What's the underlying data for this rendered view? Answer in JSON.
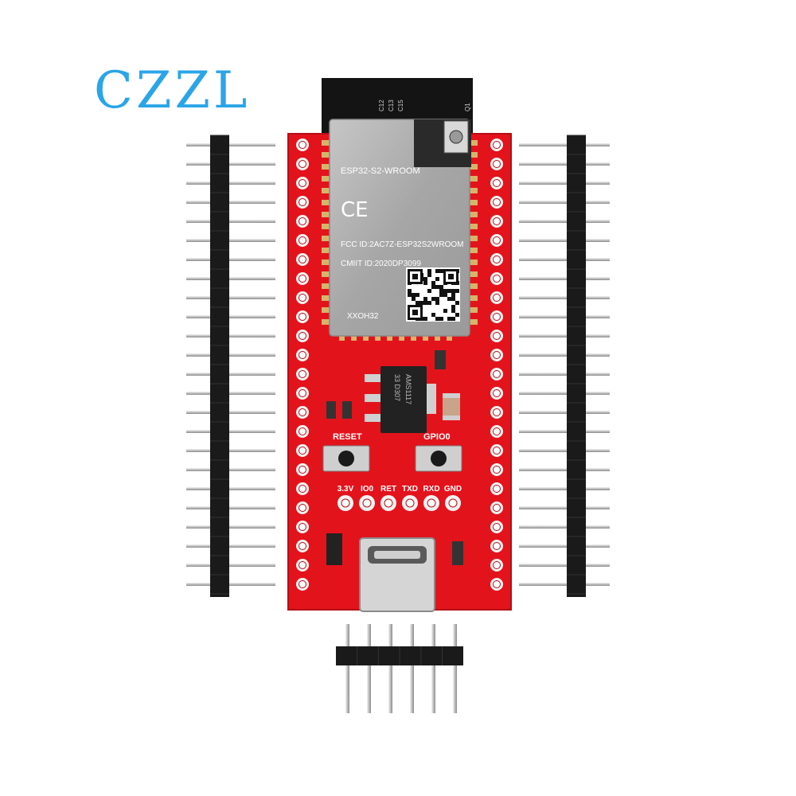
{
  "logo": {
    "text": "CZZL",
    "color": "#2aa5e8"
  },
  "module": {
    "name": "ESP32-S2-WROOM",
    "ce_mark": "CE",
    "fcc_id": "FCC ID:2AC7Z-ESP32S2WROOM",
    "cmiit_id": "CMIIT ID:2020DP3099",
    "code": "XXOH32"
  },
  "board": {
    "color": "#e3131c",
    "antenna_labels": [
      "C12",
      "C13",
      "C15",
      "Q1"
    ],
    "regulator": {
      "line1": "AMS1117",
      "line2": "33 D307"
    },
    "buttons": [
      {
        "label": "RESET"
      },
      {
        "label": "GPIO0"
      }
    ],
    "header_labels": [
      "3.3V",
      "IO0",
      "RET",
      "TXD",
      "RXD",
      "GND"
    ]
  },
  "colors": {
    "pin": "#c8c8c8",
    "pin_header": "#1a1a1a",
    "module_shield": "#a9a9a9",
    "pad": "#f2f2f2"
  }
}
